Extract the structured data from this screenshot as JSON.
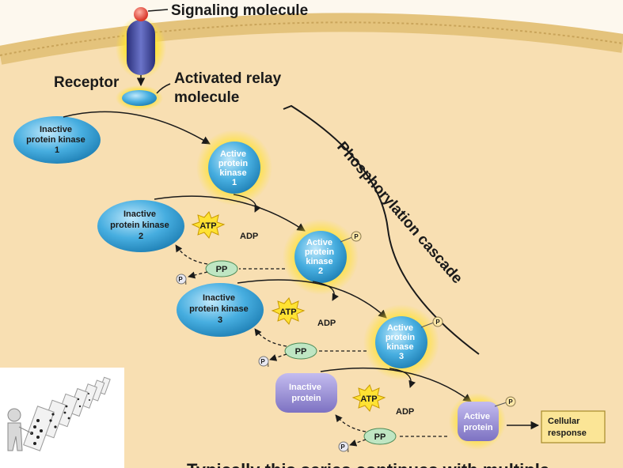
{
  "labels": {
    "signaling_molecule": "Signaling molecule",
    "receptor": "Receptor",
    "relay_line1": "Activated relay",
    "relay_line2": "molecule",
    "cascade": "Phosphorylation cascade",
    "cellular_response_line1": "Cellular",
    "cellular_response_line2": "response",
    "bottom_caption": "Typically this series continues with multiple"
  },
  "cofactors": {
    "atp": "ATP",
    "adp": "ADP",
    "pp": "PP",
    "pi": "P",
    "pi_sub": "i",
    "phosphate": "P"
  },
  "inactive_kinase_1": [
    "Inactive",
    "protein kinase",
    "1"
  ],
  "inactive_kinase_2": [
    "Inactive",
    "protein kinase",
    "2"
  ],
  "inactive_kinase_3": [
    "Inactive",
    "protein kinase",
    "3"
  ],
  "active_kinase_1": [
    "Active",
    "protein",
    "kinase",
    "1"
  ],
  "active_kinase_2": [
    "Active",
    "protein",
    "kinase",
    "2"
  ],
  "active_kinase_3": [
    "Active",
    "protein",
    "kinase",
    "3"
  ],
  "inactive_protein": [
    "Inactive",
    "protein"
  ],
  "active_protein": [
    "Active",
    "protein"
  ],
  "colors": {
    "cytoplasm": "#f8dfb2",
    "membrane": "#e4c37c",
    "kinase_blue": "#3aa3d8",
    "protein_purple": "#9a90d4",
    "glow_yellow": "#ffe233",
    "pp_green": "#bfe6c3",
    "response_box": "#fbe596"
  }
}
